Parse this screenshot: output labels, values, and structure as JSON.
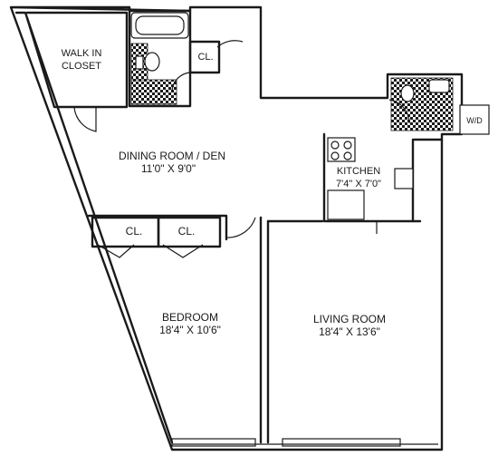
{
  "rooms": {
    "walk_in_closet": {
      "line1": "WALK IN",
      "line2": "CLOSET"
    },
    "dining_room": {
      "name": "DINING ROOM / DEN",
      "dims": "11'0\" X 9'0\""
    },
    "kitchen": {
      "name": "KITCHEN",
      "dims": "7'4\" X 7'0\""
    },
    "bedroom": {
      "name": "BEDROOM",
      "dims": "18'4\" X 10'6\""
    },
    "living_room": {
      "name": "LIVING ROOM",
      "dims": "18'4\" X 13'6\""
    }
  },
  "closets": {
    "bath_closet": "CL.",
    "bedroom_closet_1": "CL.",
    "bedroom_closet_2": "CL."
  },
  "appliances": {
    "washer_dryer": "W/D"
  }
}
